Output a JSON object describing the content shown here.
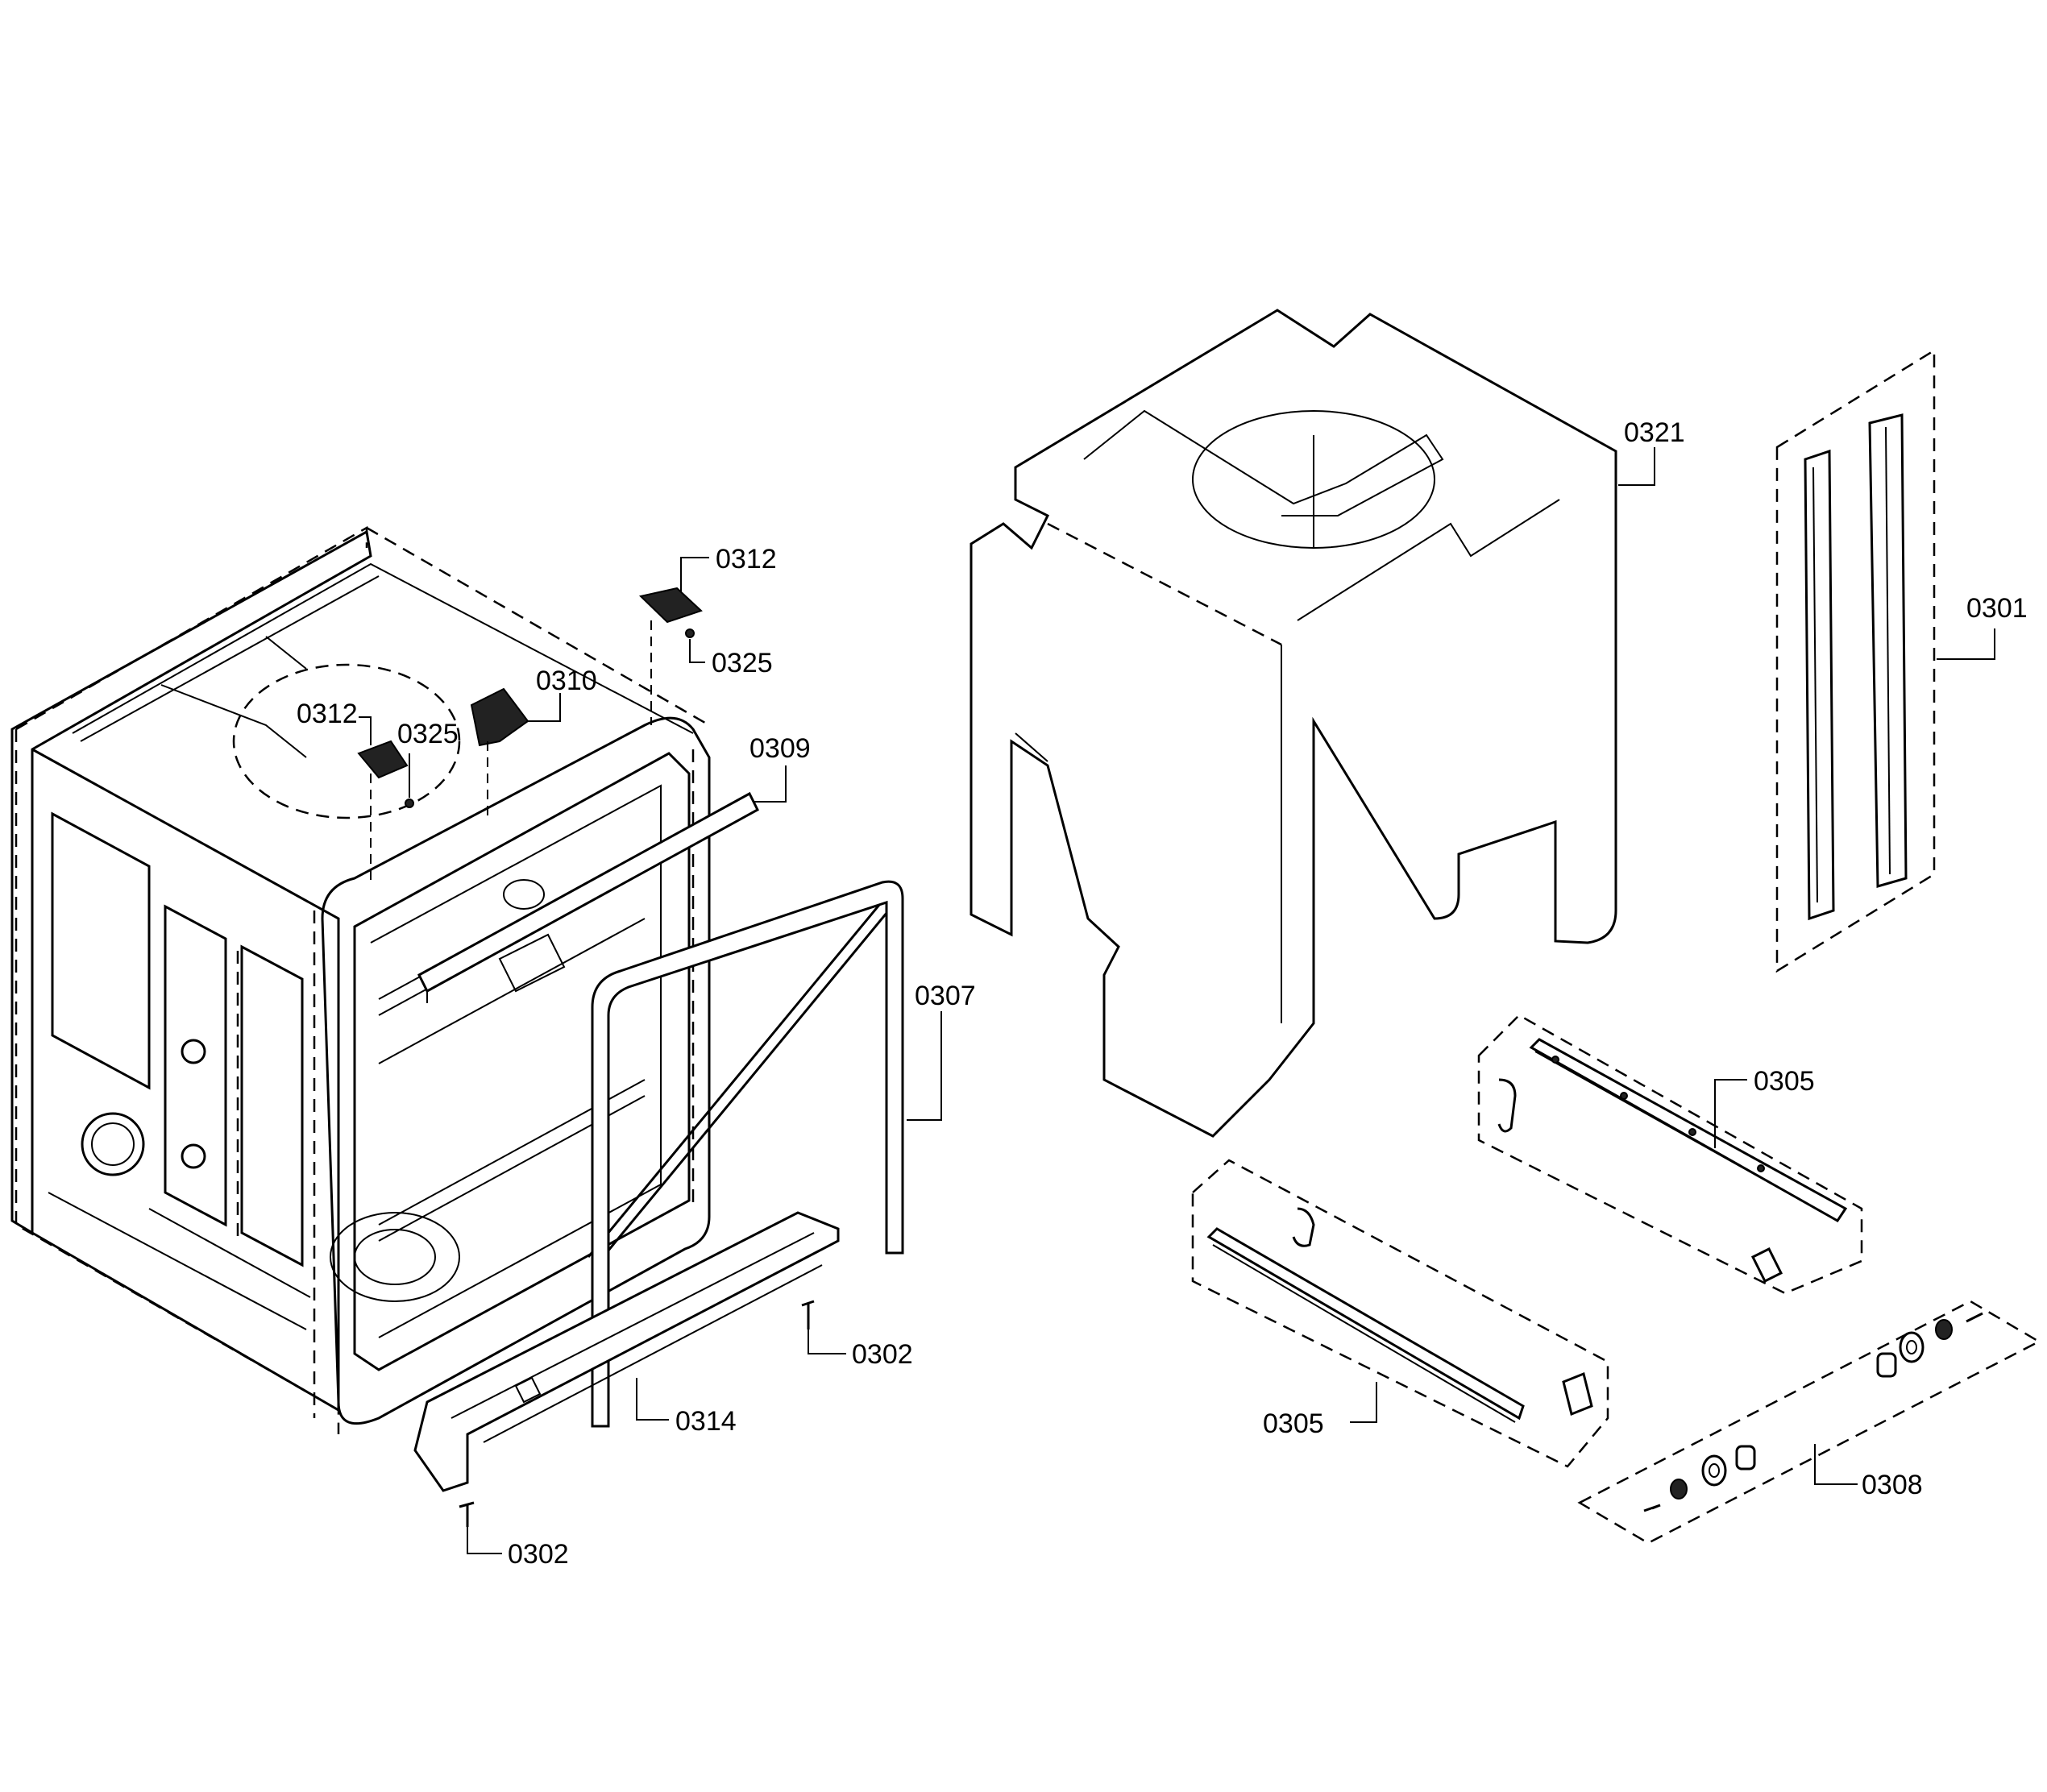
{
  "diagram": {
    "callouts": [
      {
        "id": "c0312a",
        "label": "0312"
      },
      {
        "id": "c0325a",
        "label": "0325"
      },
      {
        "id": "c0312b",
        "label": "0312"
      },
      {
        "id": "c0325b",
        "label": "0325"
      },
      {
        "id": "c0310",
        "label": "0310"
      },
      {
        "id": "c0309",
        "label": "0309"
      },
      {
        "id": "c0307",
        "label": "0307"
      },
      {
        "id": "c0302a",
        "label": "0302"
      },
      {
        "id": "c0314",
        "label": "0314"
      },
      {
        "id": "c0302b",
        "label": "0302"
      },
      {
        "id": "c0321",
        "label": "0321"
      },
      {
        "id": "c0301",
        "label": "0301"
      },
      {
        "id": "c0305a",
        "label": "0305"
      },
      {
        "id": "c0305b",
        "label": "0305"
      },
      {
        "id": "c0308",
        "label": "0308"
      }
    ]
  }
}
